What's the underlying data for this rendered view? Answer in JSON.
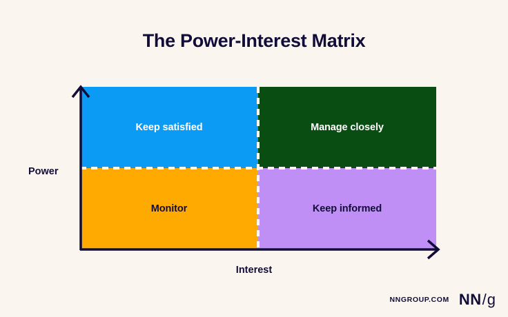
{
  "title": "The Power-Interest Matrix",
  "background_color": "#faf6ef",
  "text_color": "#120c38",
  "axes": {
    "y_label": "Power",
    "x_label": "Interest",
    "axis_color": "#120c38",
    "y_arrow_icon": "arrow-up-icon",
    "x_arrow_icon": "arrow-right-icon"
  },
  "matrix": {
    "divider_style": "dashed",
    "divider_color": "#faf6ef",
    "quadrants": [
      {
        "key": "keep-satisfied",
        "label": "Keep satisfied",
        "fill": "#0b9bf5",
        "text_color": "#ffffff",
        "position": "top-left",
        "power": "high",
        "interest": "low"
      },
      {
        "key": "manage-closely",
        "label": "Manage closely",
        "fill": "#0a4d12",
        "text_color": "#ffffff",
        "position": "top-right",
        "power": "high",
        "interest": "high"
      },
      {
        "key": "monitor",
        "label": "Monitor",
        "fill": "#ffaa00",
        "text_color": "#120c38",
        "position": "bottom-left",
        "power": "low",
        "interest": "low"
      },
      {
        "key": "keep-informed",
        "label": "Keep informed",
        "fill": "#c08ff5",
        "text_color": "#120c38",
        "position": "bottom-right",
        "power": "low",
        "interest": "high"
      }
    ]
  },
  "footer": {
    "site": "NNGROUP.COM",
    "logo_nn": "NN",
    "logo_slash": "/",
    "logo_g": "g"
  }
}
